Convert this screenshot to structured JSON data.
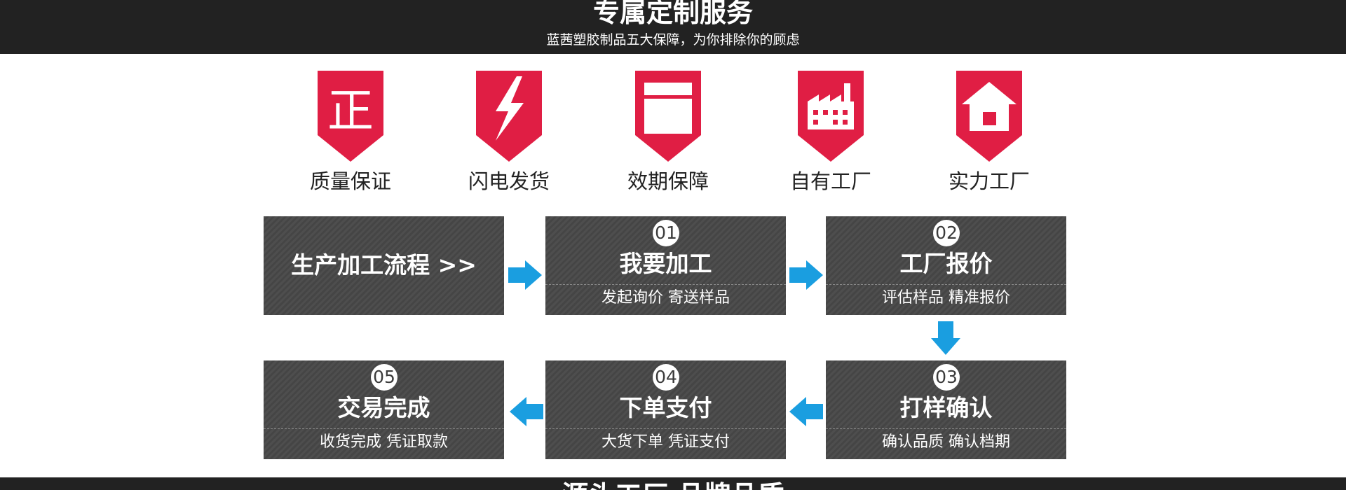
{
  "header": {
    "title": "专属定制服务",
    "subtitle": "蓝茜塑胶制品五大保障，为你排除你的顾虑"
  },
  "guarantees": [
    {
      "label": "质量保证",
      "icon": "zheng-char-icon"
    },
    {
      "label": "闪电发货",
      "icon": "lightning-icon"
    },
    {
      "label": "效期保障",
      "icon": "window-icon"
    },
    {
      "label": "自有工厂",
      "icon": "factory-icon"
    },
    {
      "label": "实力工厂",
      "icon": "house-icon"
    }
  ],
  "badge_glyph": "正",
  "process": {
    "title": "生产加工流程 >>",
    "steps": [
      {
        "num": "01",
        "title": "我要加工",
        "desc": "发起询价 寄送样品"
      },
      {
        "num": "02",
        "title": "工厂报价",
        "desc": "评估样品 精准报价"
      },
      {
        "num": "03",
        "title": "打样确认",
        "desc": "确认品质 确认档期"
      },
      {
        "num": "04",
        "title": "下单支付",
        "desc": "大货下单 凭证支付"
      },
      {
        "num": "05",
        "title": "交易完成",
        "desc": "收货完成 凭证取款"
      }
    ]
  },
  "colors": {
    "badge": "#e01e44",
    "arrow": "#1a9ee0",
    "header_bg": "#222222",
    "step_bg": "#4a4a4a"
  },
  "footer": {
    "title": "源头工厂 品牌品质"
  }
}
